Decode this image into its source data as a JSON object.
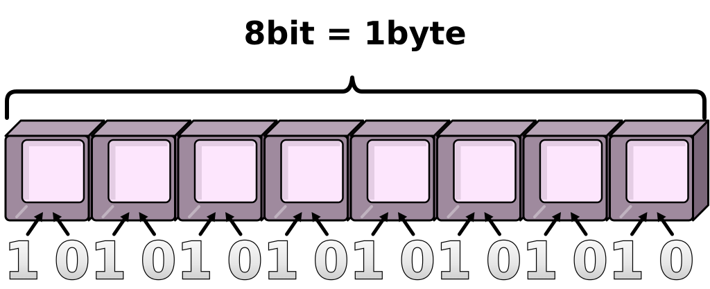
{
  "title": "8bit = 1byte",
  "bits": [
    {
      "value": "1"
    },
    {
      "value": "0"
    },
    {
      "value": "1"
    },
    {
      "value": "0"
    },
    {
      "value": "1"
    },
    {
      "value": "0"
    },
    {
      "value": "1"
    },
    {
      "value": "0"
    },
    {
      "value": "1"
    },
    {
      "value": "0"
    },
    {
      "value": "1"
    },
    {
      "value": "0"
    },
    {
      "value": "1"
    },
    {
      "value": "0"
    },
    {
      "value": "1"
    },
    {
      "value": "0"
    }
  ],
  "colors": {
    "cell_front": "#9f8a9e",
    "cell_top": "#b6a3b5",
    "cell_side": "#7b677a",
    "cell_inner": "#fde6fd",
    "cell_inner_shadow": "#e4cde4",
    "outline": "#000000",
    "digit_fill": "#e9e9e9"
  }
}
